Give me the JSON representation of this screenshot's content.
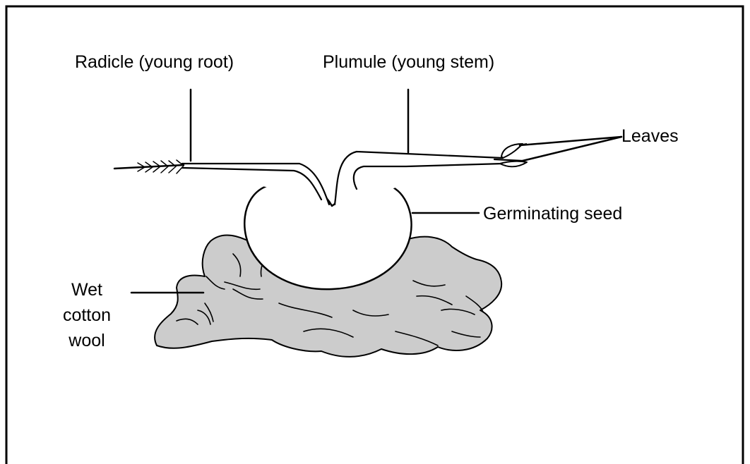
{
  "labels": {
    "radicle": "Radicle (young root)",
    "plumule": "Plumule (young stem)",
    "leaves": "Leaves",
    "seed": "Germinating seed",
    "cotton_line1": "Wet",
    "cotton_line2": "cotton",
    "cotton_line3": "wool"
  },
  "colors": {
    "ink": "#000000",
    "cotton_fill": "#cccccc",
    "seed_fill": "#ffffff",
    "background": "#ffffff"
  }
}
